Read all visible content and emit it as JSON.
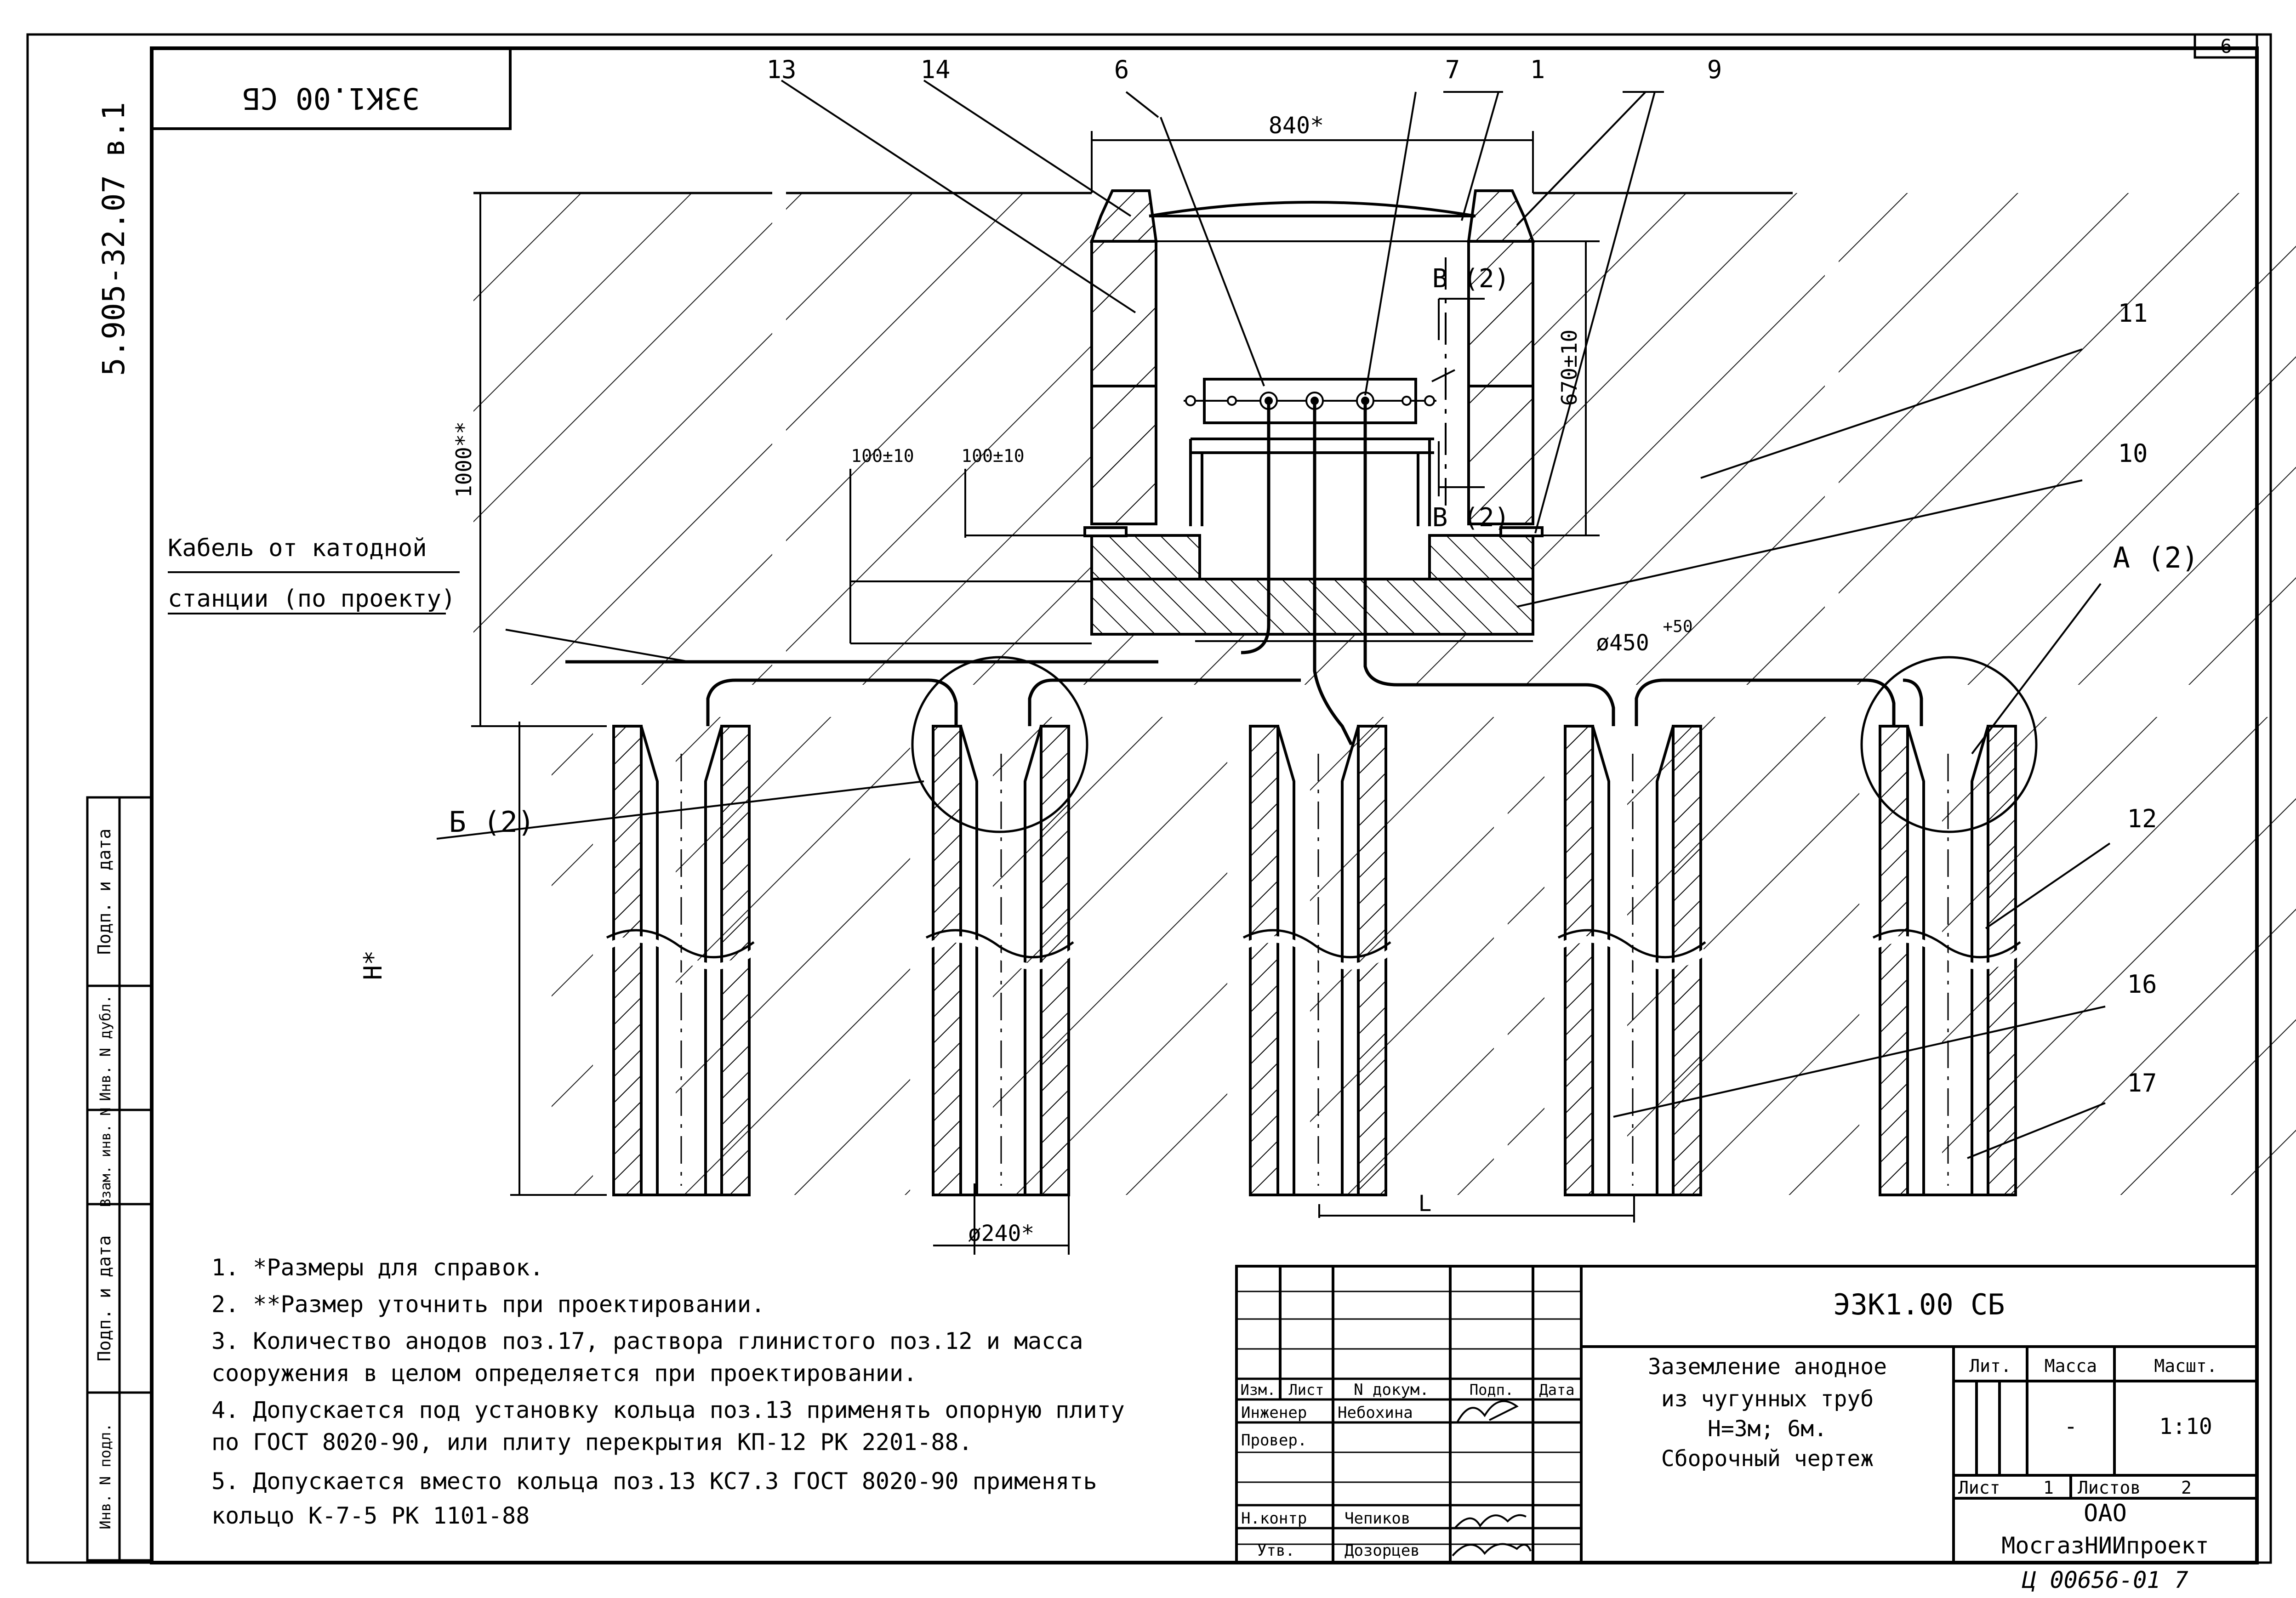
{
  "sheet": {
    "sheet_number": "6",
    "code_rotated": "ЭЗК1.00 СБ",
    "side_code": "5.905-32.07 в.1",
    "drawing_no": "ЭЗК1.00 СБ",
    "bottom_stamp": "Ц 00656-01 7"
  },
  "side_stamp": [
    "Подп. и дата",
    "Инв. N дубл.",
    "Взам. инв. N",
    "Подп. и дата",
    "Инв. N подл."
  ],
  "callouts": [
    "13",
    "14",
    "6",
    "7",
    "1",
    "9",
    "11",
    "10",
    "12",
    "16",
    "17"
  ],
  "section_labels": {
    "a": "А (2)",
    "b": "Б (2)",
    "v_top": "В (2)",
    "v_bottom": "В (2)"
  },
  "dimensions": {
    "width_840": "840*",
    "height_670": "670±10",
    "depth_1000": "1000**",
    "gap1": "100±10",
    "gap2": "100±10",
    "dia_450": "ø450",
    "dia_450_tol": "+50",
    "dia_240": "ø240*",
    "h_star": "Н*",
    "l": "L"
  },
  "cable_label": [
    "Кабель от катодной",
    "станции (по проекту)"
  ],
  "notes": [
    "1. *Размеры для справок.",
    "2. **Размер уточнить при проектировании.",
    "3. Количество анодов поз.17, раствора глинистого поз.12 и масса",
    "    сооружения в целом определяется при проектировании.",
    "4. Допускается под установку кольца поз.13 применять опорную плиту",
    "    по ГОСТ 8020-90, или плиту перекрытия КП-12 РК 2201-88.",
    "5. Допускается вместо кольца поз.13  КС7.3 ГОСТ 8020-90 применять",
    "    кольцо К-7-5 РК 1101-88"
  ],
  "title_block": {
    "cols": [
      "Изм.",
      "Лист",
      "N  докум.",
      "Подп.",
      "Дата"
    ],
    "roles": [
      {
        "role": "Инженер",
        "name": "Небохина"
      },
      {
        "role": "Провер.",
        "name": ""
      },
      {
        "role": "Н.контр",
        "name": "Чепиков"
      },
      {
        "role": "Утв.",
        "name": "Дозорцев"
      }
    ],
    "title": [
      "Заземление анодное",
      "из чугунных труб",
      "Н=3м; 6м.",
      "Сборочный чертеж"
    ],
    "lit_label": "Лит.",
    "mass_label": "Масса",
    "mass_value": "-",
    "scale_label": "Масшт.",
    "scale_value": "1:10",
    "sheet_label": "Лист",
    "sheet_value": "1",
    "sheets_label": "Листов",
    "sheets_value": "2",
    "org": [
      "ОАО",
      "МосгазНИИпроект"
    ]
  }
}
